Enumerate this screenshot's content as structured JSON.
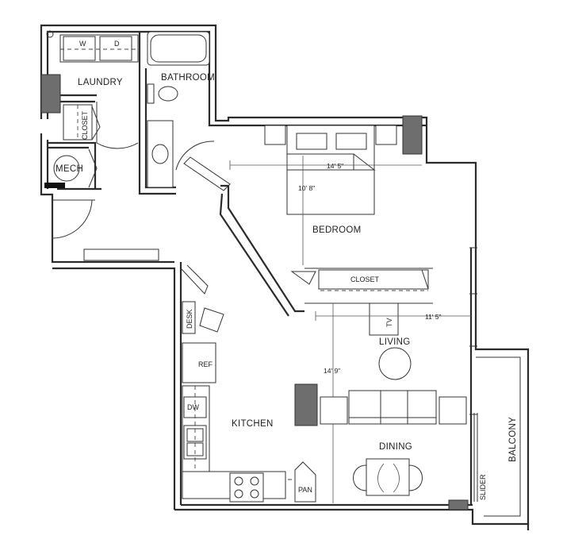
{
  "rooms": {
    "laundry": "LAUNDRY",
    "bathroom": "BATHROOM",
    "bedroom": "BEDROOM",
    "living": "LIVING",
    "kitchen": "KITCHEN",
    "dining": "DINING",
    "balcony": "BALCONY"
  },
  "fixtures": {
    "washer": "W",
    "dryer": "D",
    "closet_laundry": "CLOSET",
    "mech": "MECH",
    "closet_bedroom": "CLOSET",
    "tv": "TV",
    "desk": "DESK",
    "ref": "REF",
    "dw": "DW",
    "pan": "PAN",
    "slider": "SLIDER"
  },
  "dimensions": {
    "bedroom_width": "14' 5\"",
    "bedroom_depth": "10' 8\"",
    "living_width": "11' 5\"",
    "living_depth": "14' 9\""
  }
}
